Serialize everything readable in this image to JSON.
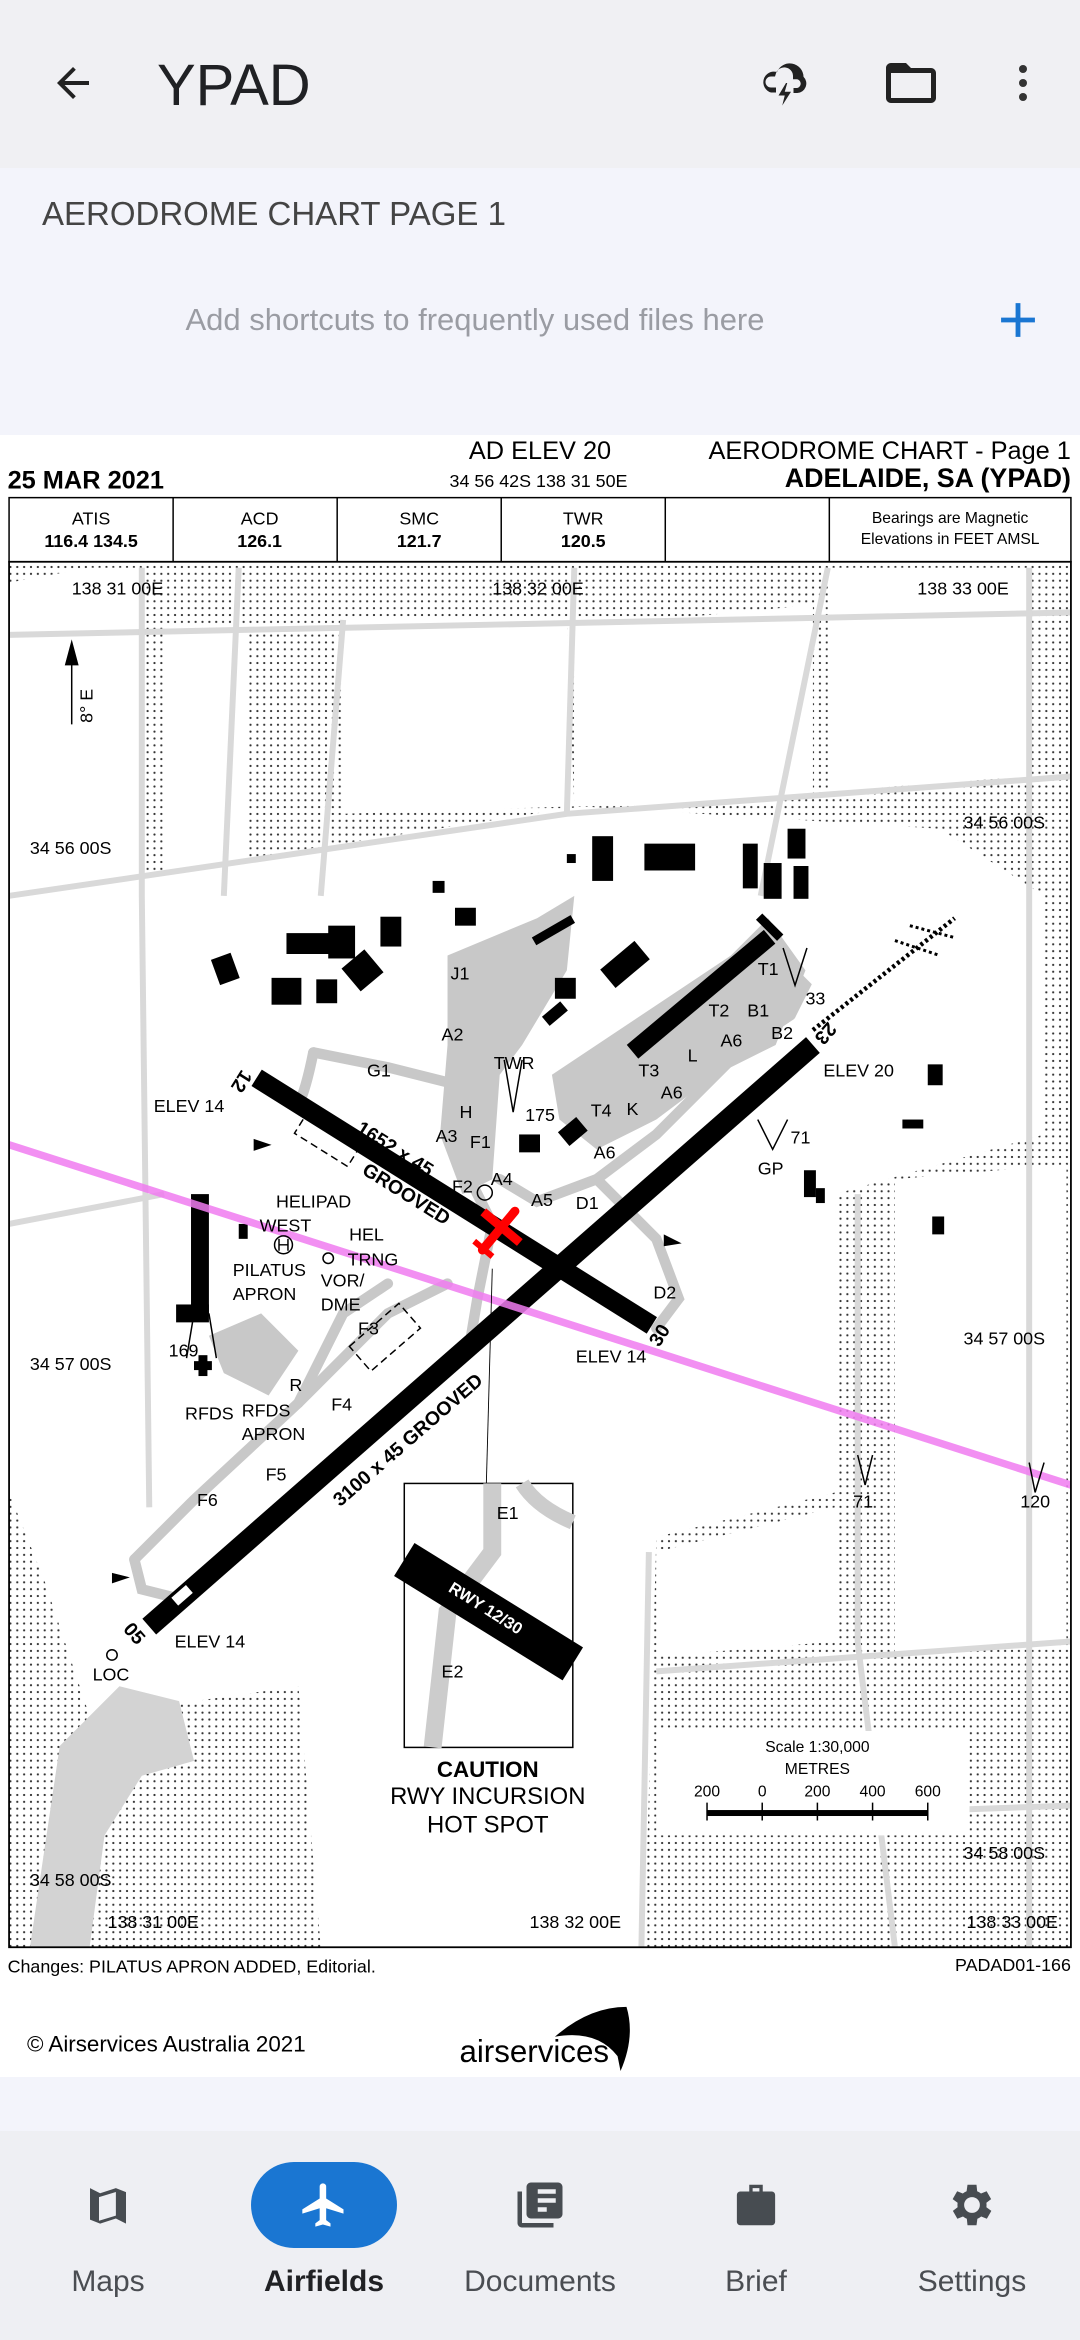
{
  "topbar": {
    "title": "YPAD",
    "icons": [
      "back-arrow-icon",
      "weather-storm-icon",
      "folder-icon",
      "more-vert-icon"
    ]
  },
  "shortcuts": {
    "document_title": "AERODROME CHART PAGE 1",
    "hint": "Add shortcuts to frequently used files here",
    "add_icon": "plus-icon"
  },
  "chart": {
    "ad_elev": "AD ELEV 20",
    "date": "25 MAR 2021",
    "coords": "34 56 42S 138 31 50E",
    "page_title": "AERODROME CHART - Page 1",
    "airport": "ADELAIDE, SA (YPAD)",
    "freqs": [
      {
        "name": "ATIS",
        "value": "116.4  134.5"
      },
      {
        "name": "ACD",
        "value": "126.1"
      },
      {
        "name": "SMC",
        "value": "121.7"
      },
      {
        "name": "TWR",
        "value": "120.5"
      }
    ],
    "note1": "Bearings are Magnetic",
    "note2": "Elevations in FEET AMSL",
    "grid": {
      "lon1": "138 31 00E",
      "lon2": "138 32 00E",
      "lon3": "138 33 00E",
      "lat1": "34 56 00S",
      "lat2": "34 57 00S",
      "lat3": "34 58 00S"
    },
    "variation": "8° E",
    "labels": {
      "j1": "J1",
      "a2": "A2",
      "g1": "G1",
      "twr": "TWR",
      "twr_h": "175",
      "h": "H",
      "a3": "A3",
      "f1": "F1",
      "a4": "A4",
      "f2": "F2",
      "a5": "A5",
      "d1": "D1",
      "a6a": "A6",
      "t4": "T4",
      "k": "K",
      "a6b": "A6",
      "t3": "T3",
      "l": "L",
      "a6c": "A6",
      "t2": "T2",
      "b1": "B1",
      "b2": "B2",
      "t1": "T1",
      "t1_h": "33",
      "elev20": "ELEV 20",
      "gp_h": "71",
      "gp": "GP",
      "d2": "D2",
      "elev14_30": "ELEV 14",
      "rwy30": "30",
      "elev14_12": "ELEV 14",
      "rwy12": "12",
      "rwy23": "23",
      "helipad": "HELIPAD",
      "west": "WEST",
      "pilatus": "PILATUS",
      "pilatus_apron": "APRON",
      "vor": "VOR/",
      "dme": "DME",
      "hel": "HEL",
      "trng": "TRNG",
      "f3": "F3",
      "f4": "F4",
      "f5": "F5",
      "f6": "F6",
      "h169": "169",
      "rfds": "RFDS",
      "rfds2": "RFDS",
      "rfds_apron": "APRON",
      "r": "R",
      "rwy1230_dim": "1652 x 45",
      "rwy1230_grooved": "GROOVED",
      "rwy0523": "3100 x 45  GROOVED",
      "elev14_05": "ELEV 14",
      "rwy05": "05",
      "loc": "LOC",
      "obs71": "71",
      "obs120": "120",
      "e1": "E1",
      "e2": "E2",
      "inset_rwy": "RWY 12/30",
      "caution": "CAUTION",
      "incursion": "RWY INCURSION",
      "hotspot": "HOT SPOT",
      "scale": "Scale 1:30,000",
      "metres": "METRES",
      "s200a": "200",
      "s0": "0",
      "s200": "200",
      "s400": "400",
      "s600": "600"
    },
    "changes": "Changes: PILATUS APRON ADDED, Editorial.",
    "chart_id": "PADAD01-166",
    "copyright": "© Airservices Australia 2021",
    "logo": "airservices",
    "route_color": "#f07cf0",
    "aircraft_color": "#ff0000"
  },
  "nav": {
    "items": [
      {
        "label": "Maps",
        "icon": "map-icon"
      },
      {
        "label": "Airfields",
        "icon": "airplane-icon",
        "active": true
      },
      {
        "label": "Documents",
        "icon": "documents-icon"
      },
      {
        "label": "Brief",
        "icon": "briefcase-icon"
      },
      {
        "label": "Settings",
        "icon": "gear-icon"
      }
    ],
    "accent": "#1a76d2"
  }
}
